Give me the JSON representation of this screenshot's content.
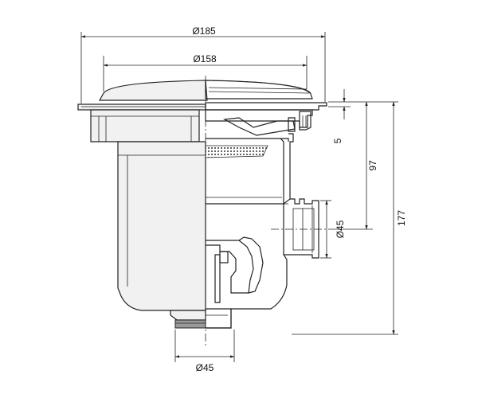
{
  "dimensions": {
    "outer_flange_diameter": "Ø185",
    "lid_diameter": "Ø158",
    "flange_thickness": "5",
    "upper_height": "97",
    "total_height": "177",
    "side_outlet_diameter": "Ø45",
    "bottom_outlet_diameter": "Ø45"
  }
}
